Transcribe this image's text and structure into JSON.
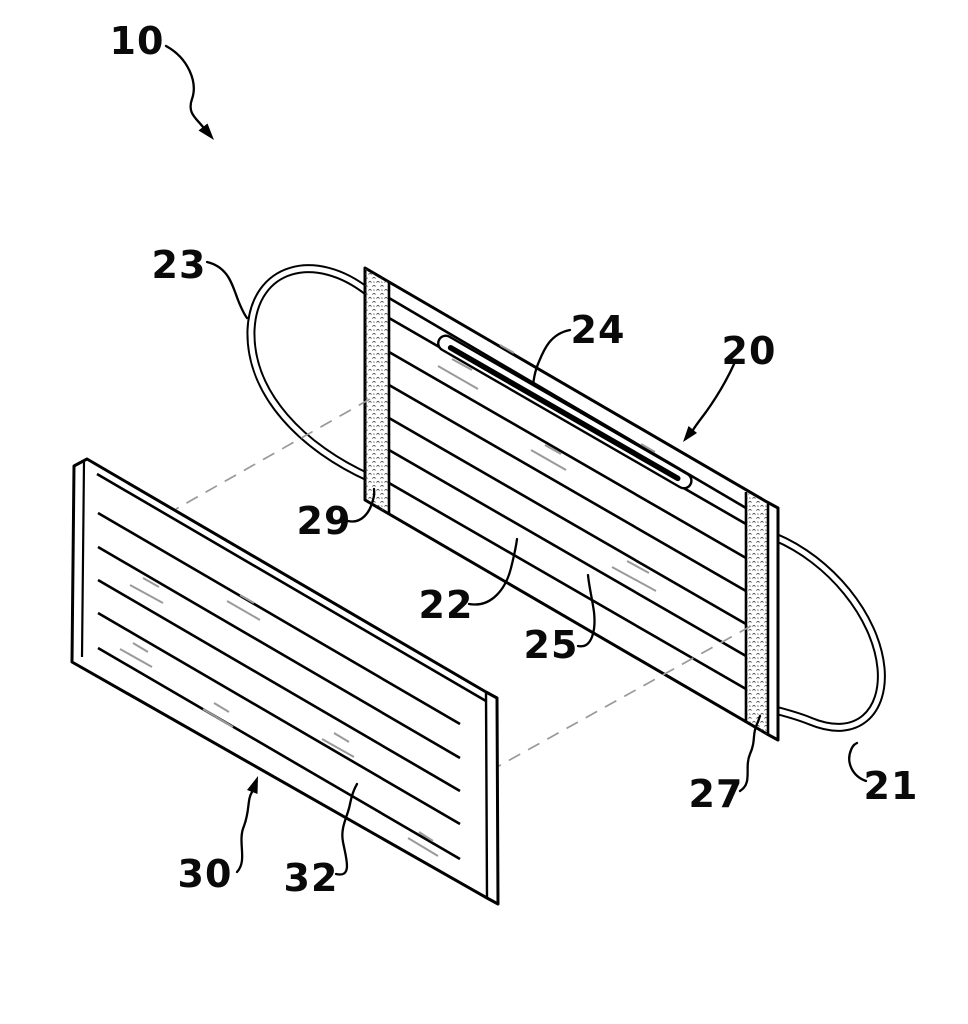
{
  "figure": {
    "kind": "patent-exploded-view-face-mask",
    "colors": {
      "ink": "#000000",
      "background": "#ffffff",
      "sheen": "#9a9a9a",
      "dashed_projection": "#999999",
      "stipple": "#3a3a3a"
    },
    "labels": {
      "l10": "10",
      "l20": "20",
      "l21": "21",
      "l22": "22",
      "l23": "23",
      "l24": "24",
      "l25": "25",
      "l27": "27",
      "l29": "29",
      "l30": "30",
      "l32": "32"
    }
  }
}
